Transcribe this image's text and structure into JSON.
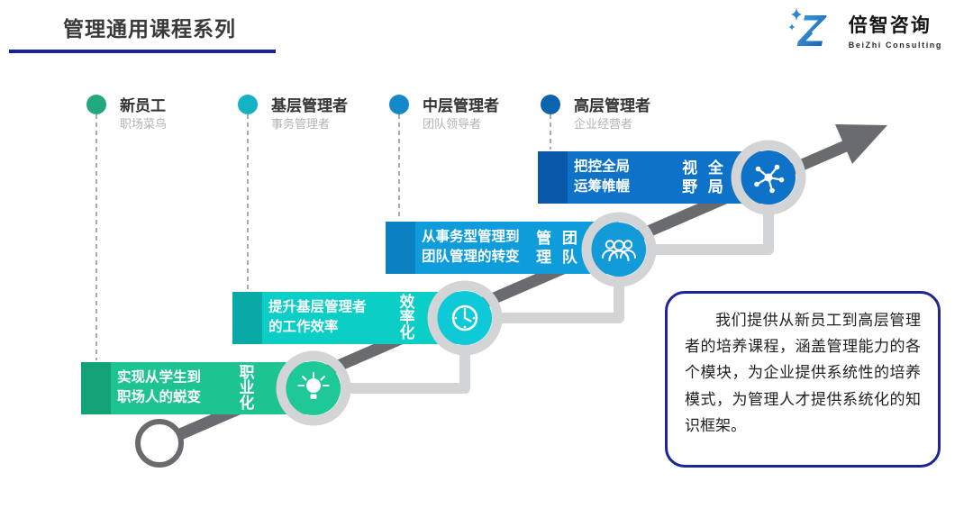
{
  "title": "管理通用课程系列",
  "logo": {
    "name": "倍智咨询",
    "subtitle": "BeiZhi Consulting",
    "brand_blue": "#2a80d2"
  },
  "milestones": [
    {
      "label": "新员工",
      "sublabel": "职场菜鸟",
      "dot_color": "#21a87e"
    },
    {
      "label": "基层管理者",
      "sublabel": "事务管理者",
      "dot_color": "#14b2c2"
    },
    {
      "label": "中层管理者",
      "sublabel": "团队领导者",
      "dot_color": "#1489c9"
    },
    {
      "label": "高层管理者",
      "sublabel": "企业经营者",
      "dot_color": "#0d63ae"
    }
  ],
  "steps": [
    {
      "line1": "实现从学生到",
      "line2": "职场人的蜕变",
      "keyword_rows": [
        "职",
        "业",
        "化"
      ],
      "bar_color": "#1ec392",
      "bar_edge_color": "#13a277",
      "circle_color": "#1ec997",
      "icon": "lightbulb-icon"
    },
    {
      "line1": "提升基层管理者",
      "line2": "的工作效率",
      "keyword_rows": [
        "效",
        "率",
        "化"
      ],
      "bar_color": "#0bcfc7",
      "bar_edge_color": "#09aaa6",
      "circle_color": "#0ec9d8",
      "icon": "clock-icon"
    },
    {
      "line1": "从事务型管理到",
      "line2": "团队管理的转变",
      "keyword_rows": [
        "管 团",
        "理 队"
      ],
      "bar_color": "#0e9cda",
      "bar_edge_color": "#0b81c1",
      "circle_color": "#139ad8",
      "icon": "team-icon"
    },
    {
      "line1": "把控全局",
      "line2": "运筹帷幄",
      "keyword_rows": [
        "视 全",
        "野 局"
      ],
      "bar_color": "#0d72c8",
      "bar_edge_color": "#0a58a9",
      "circle_color": "#0d72c8",
      "icon": "network-icon"
    }
  ],
  "description": "我们提供从新员工到高层管理者的培养课程，涵盖管理能力的各个模块，为企业提供系统性的培养模式，为管理人才提供系统化的知识框架。",
  "colors": {
    "underline": "#1c209e",
    "box_border": "#1f2596",
    "arrow": "#696b6e",
    "connector": "#d2d4d5",
    "dashed": "#a8aaad"
  }
}
